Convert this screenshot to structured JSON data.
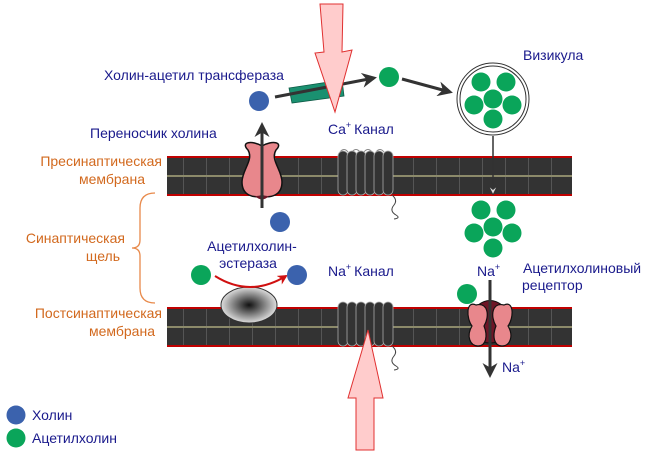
{
  "title": "Нервно-мышечный синапс (ацетилхолин)",
  "labels": {
    "choline_acetyltransferase": "Холин-ацетил трансфераза",
    "choline_transporter": "Переносчик холина",
    "ca_channel": "Канал",
    "ca_ion": "Ca",
    "vesicle": "Визикула",
    "presynaptic_line1": "Пресинаптическая",
    "presynaptic_line2": "мембрана",
    "cleft_line1": "Синаптическая",
    "cleft_line2": "щель",
    "acetylcholinesterase_line1": "Ацетилхолин-",
    "acetylcholinesterase_line2": "эстераза",
    "na_channel": "Канал",
    "na_ion": "Na",
    "plus": "+",
    "receptor_line1": "Ацетилхолиновый",
    "receptor_line2": "рецептор",
    "postsynaptic_line1": "Постсинаптическая",
    "postsynaptic_line2": "мембрана"
  },
  "legend": [
    {
      "label": "Холин",
      "color": "#3b62ad"
    },
    {
      "label": "Ацетилхолин",
      "color": "#0aa55a"
    }
  ],
  "colors": {
    "choline": "#3b62ad",
    "acetylcholine": "#0aa55a",
    "membrane": "#333333",
    "membrane_edge": "#c00000",
    "membrane_core": "#8c8a6a",
    "transporter": "#e8878c",
    "receptor_dark": "#6e1526",
    "signal_arrow_fill": "#ffcccc",
    "signal_arrow_stroke": "#e03030",
    "enzyme": "#1a9070",
    "label_blue": "#1a1a8c",
    "label_orange": "#d2691e"
  }
}
